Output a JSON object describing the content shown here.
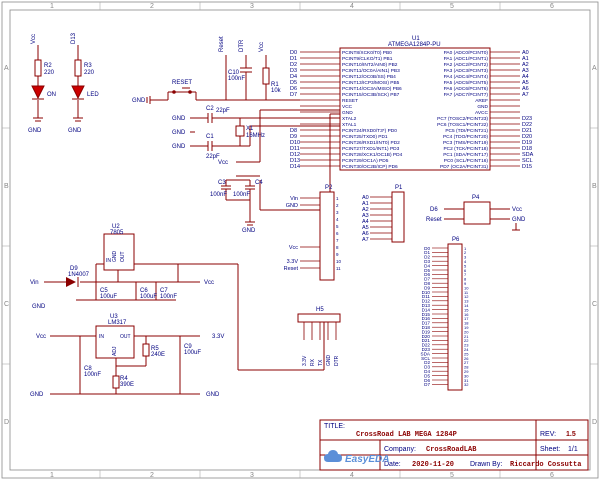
{
  "frame": {
    "cols": [
      "1",
      "2",
      "3",
      "4",
      "5",
      "6"
    ],
    "rows": [
      "A",
      "B",
      "C",
      "D"
    ]
  },
  "title_block": {
    "title_label": "TITLE:",
    "title": "CrossRoad LAB MEGA 1284P",
    "rev_label": "REV:",
    "rev": "1.5",
    "company_label": "Company:",
    "company": "CrossRoadLAB",
    "sheet_label": "Sheet:",
    "sheet": "1/1",
    "date_label": "Date:",
    "date": "2020-11-20",
    "drawn_label": "Drawn By:",
    "drawn": "Riccardo Cossutta",
    "logo": "EasyEDA"
  },
  "mcu": {
    "ref": "U1",
    "part": "ATMEGA1284P-PU",
    "left_pins": [
      "PCINT8/XCK0/T0) PB0",
      "PCINT9/CLKO/T1) PB1",
      "PCINT10/INT2/AIN0) PB2",
      "PCINT11/OC0A/AIN1) PB3",
      "PCINT12/OC0B/SS) PB4",
      "PCINT13/ICP3/MOSI) PB5",
      "PCINT14/OC3A/MISO) PB6",
      "PCINT15/OC3B/SCK) PB7",
      "RESET",
      "VCC",
      "GND",
      "XTAL2",
      "XTAL1",
      "PCINT24/RXD0/T3*) PD0",
      "PCINT25/TXD0) PD1",
      "PCINT26/RXD1/INT0) PD2",
      "PCINT27/TXD1/INT1) PD3",
      "PCINT28/XCK1/OC1B) PD4",
      "PCINT29/OC1A) PD5",
      "PCINT30/OC2B/ICP) PD6"
    ],
    "right_pins": [
      "PA0 (ADC0/PCINT0)",
      "PA1 (ADC1/PCINT1)",
      "PA2 (ADC2/PCINT2)",
      "PA3 (ADC3/PCINT3)",
      "PA4 (ADC4/PCINT4)",
      "PA5 (ADC5/PCINT5)",
      "PA6 (ADC6/PCINT6)",
      "PA7 (ADC7/PCINT7)",
      "AREF",
      "GND",
      "AVCC",
      "PC7 (TOSC2/PCINT23)",
      "PC6 (TOSC1/PCINT22)",
      "PC5 (TDI/PCINT21)",
      "PC4 (TDO/PCINT20)",
      "PC3 (TMS/PCINT19)",
      "PC2 (TCK/PCINT18)",
      "PC1 (SDA/PCINT17)",
      "PC0 (SCL/PCINT16)",
      "PD7 (OC2A/PCINT31)"
    ],
    "left_nets": [
      "D0",
      "D1",
      "D2",
      "D3",
      "D4",
      "D5",
      "D6",
      "D7",
      "",
      "",
      "",
      "",
      "",
      "D8",
      "D9",
      "D10",
      "D11",
      "D12",
      "D13",
      "D14"
    ],
    "right_nets": [
      "A0",
      "A1",
      "A2",
      "A3",
      "A4",
      "A5",
      "A6",
      "A7",
      "",
      "",
      "",
      "D23",
      "D22",
      "D21",
      "D20",
      "D19",
      "D18",
      "SDA",
      "SCL",
      "D15"
    ]
  },
  "power": {
    "vcc": "Vcc",
    "gnd": "GND",
    "vin": "Vin",
    "v33": "3.3V",
    "reset": "Reset",
    "dtr": "DTR",
    "d13": "D13"
  },
  "leds": {
    "r2": "R2",
    "r2v": "220",
    "led1": "ON",
    "r3": "R3",
    "r3v": "220",
    "led2": "LED"
  },
  "reset_ckt": {
    "sw": "RESET",
    "c10": "C10",
    "c10v": "100nF",
    "r1": "R1",
    "r1v": "10k"
  },
  "crystal": {
    "c1": "C1",
    "c1v": "22pF",
    "c2": "C2",
    "c2v": "22pF",
    "x1": "X1",
    "x1v": "16MHz"
  },
  "decoupling": {
    "c3": "C3",
    "c3v": "100nF",
    "c4": "C4",
    "c4v": "100nF"
  },
  "reg5v": {
    "ref": "U2",
    "part": "7805",
    "in": "IN",
    "out": "OUT",
    "gnd": "GND",
    "d9": "D9",
    "d9v": "1N4007",
    "c5": "C5",
    "c5v": "100uF",
    "c6": "C6",
    "c6v": "100uF",
    "c7": "C7",
    "c7v": "100nF"
  },
  "reg33": {
    "ref": "U3",
    "part": "LM317",
    "in": "IN",
    "out": "OUT",
    "adj": "ADJ",
    "r4": "R4",
    "r4v": "390E",
    "r5": "R5",
    "r5v": "240E",
    "c8": "C8",
    "c8v": "100nF",
    "c9": "C9",
    "c9v": "100uF"
  },
  "headers": {
    "p1": "P1",
    "p2": "P2",
    "p4": "P4",
    "p6": "P6",
    "h5": "H5"
  },
  "p2_labels": [
    "Vin",
    "GND",
    "",
    "",
    "",
    "",
    "",
    "Vcc",
    "",
    "3.3V",
    "Reset"
  ],
  "p1_labels": [
    "A0",
    "A1",
    "A2",
    "A3",
    "A4",
    "A5",
    "A6",
    "A7"
  ],
  "p4_left": [
    "D6",
    "Reset"
  ],
  "p4_right": [
    "Vcc",
    "GND"
  ],
  "p6_labels": [
    "D0",
    "D1",
    "D2",
    "D3",
    "D4",
    "D5",
    "D6",
    "D7",
    "D8",
    "D9",
    "D10",
    "D11",
    "D12",
    "D13",
    "D14",
    "D15",
    "D16",
    "D17",
    "D18",
    "D19",
    "D20",
    "D21",
    "D22",
    "D23",
    "SDA",
    "SCL",
    "D2",
    "D3",
    "D4",
    "D5",
    "D6",
    "D7"
  ],
  "h5_labels": [
    "3.3V",
    "RX",
    "TX",
    "GND",
    "DTR"
  ]
}
